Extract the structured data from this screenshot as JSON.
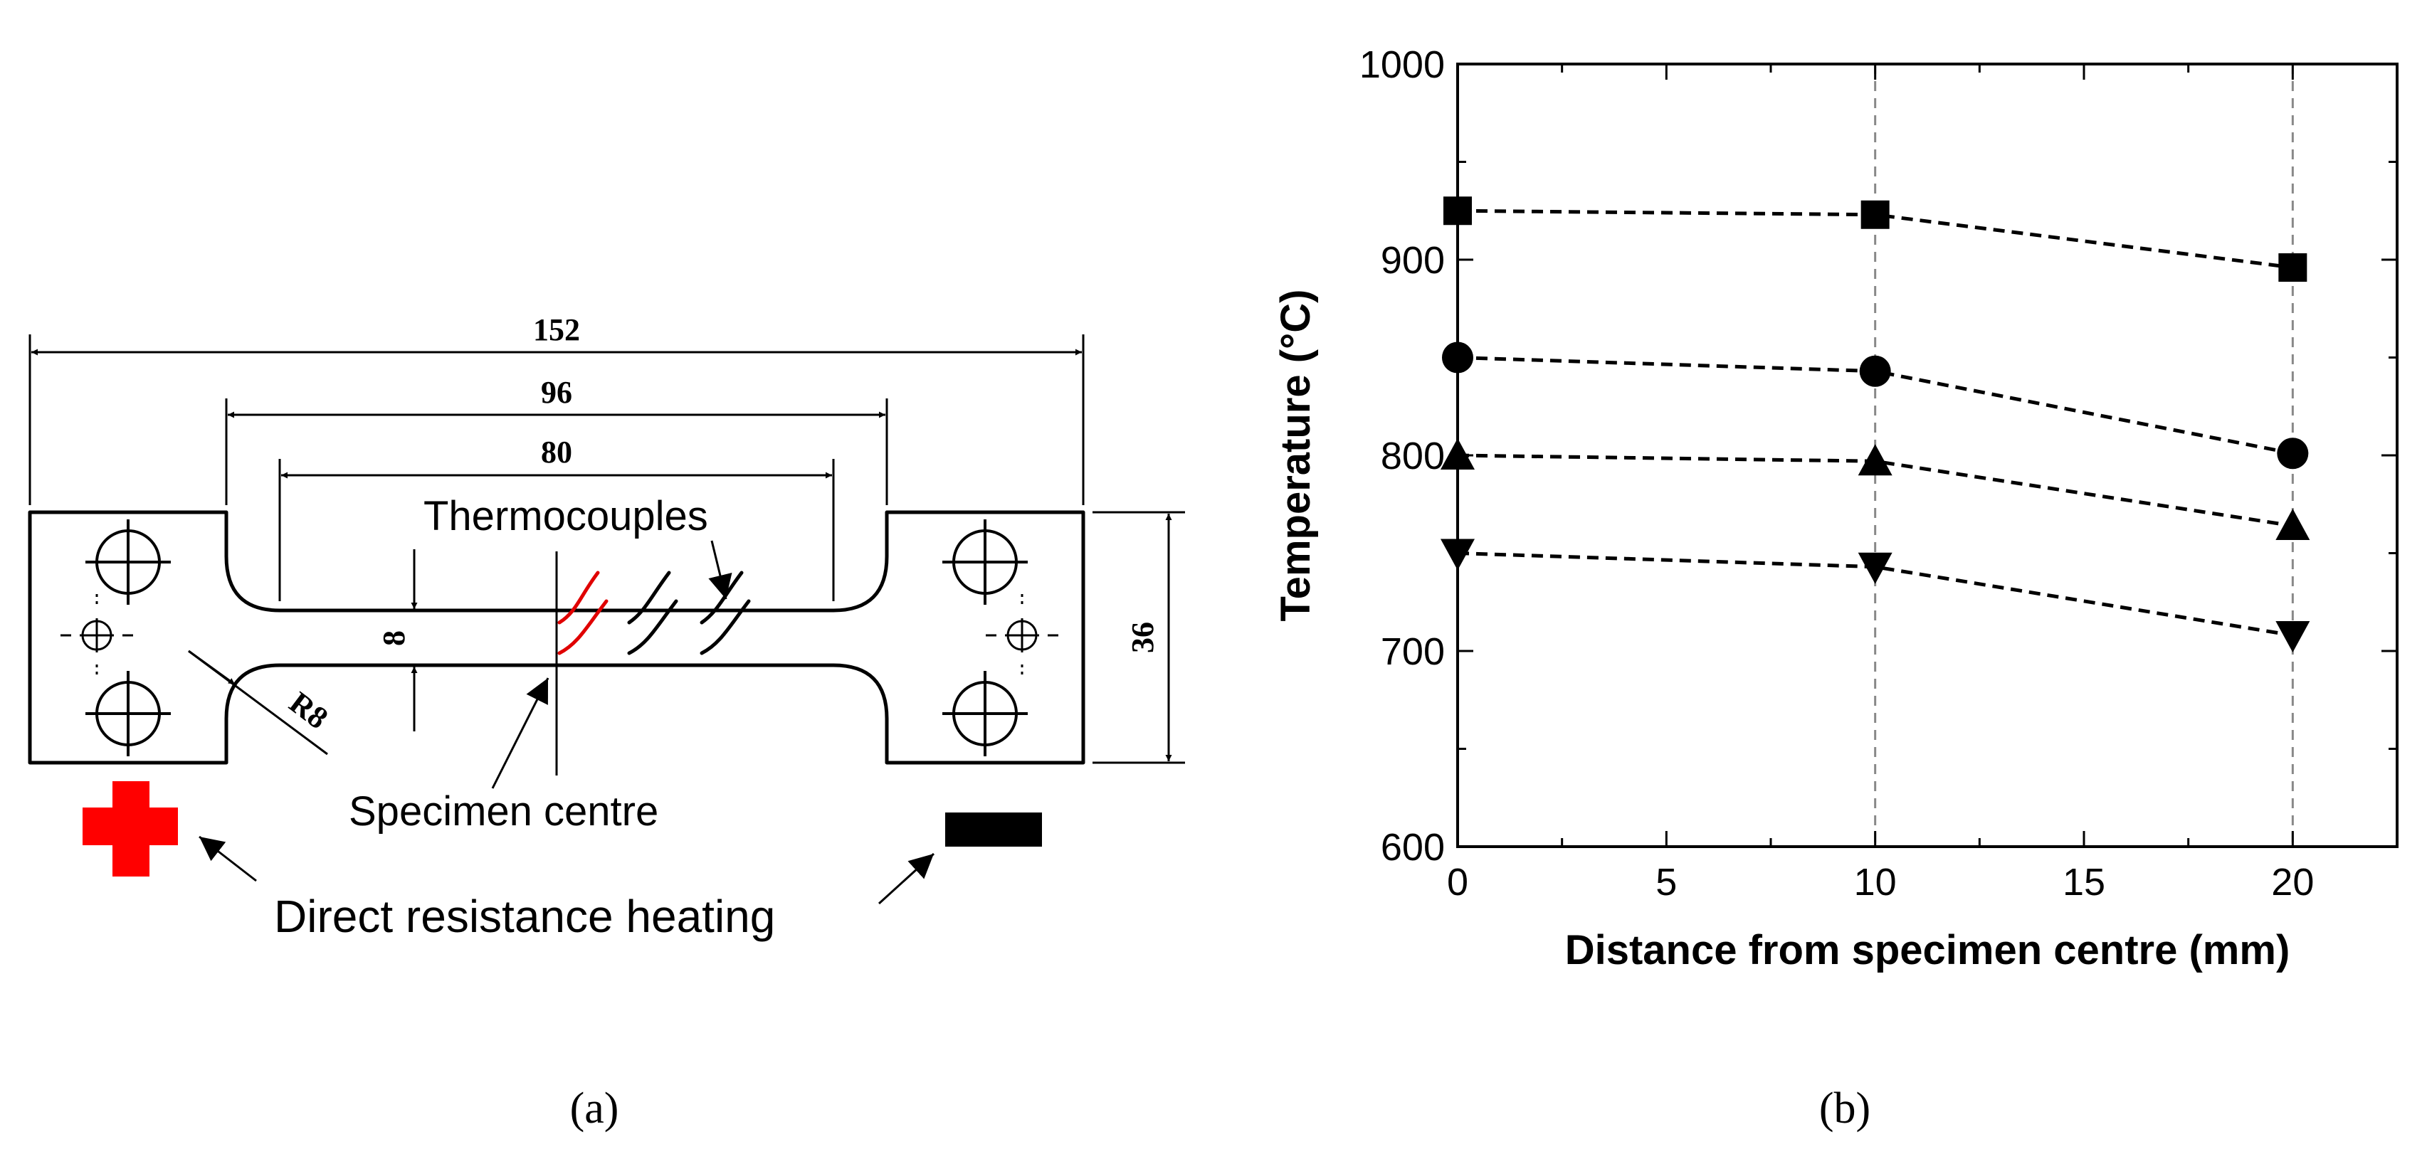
{
  "panel_a": {
    "dimensions": {
      "overall_length": "152",
      "parallel_length": "96",
      "gauge_length": "80",
      "width": "8",
      "grip_width": "36",
      "fillet_radius": "R8"
    },
    "labels": {
      "thermocouples": "Thermocouples",
      "specimen_centre": "Specimen centre",
      "heating": "Direct resistance heating"
    },
    "caption": "(a)",
    "colors": {
      "positive_terminal": "#ff0000",
      "negative_terminal": "#000000",
      "active_thermocouple": "#e00000"
    }
  },
  "panel_b": {
    "caption": "(b)"
  },
  "chart_data": {
    "type": "scatter",
    "xlabel": "Distance from specimen centre (mm)",
    "ylabel": "Temperature (°C)",
    "xlim": [
      0,
      22.5
    ],
    "ylim": [
      600,
      1000
    ],
    "x_ticks": [
      "0",
      "5",
      "10",
      "15",
      "20"
    ],
    "y_ticks": [
      "600",
      "700",
      "800",
      "900",
      "1000"
    ],
    "grid": "vertical dashed lines at x = 10 and x = 20",
    "line_style": "black dashed connecting lines",
    "series": [
      {
        "marker": "square",
        "x": [
          0,
          10,
          20
        ],
        "values": [
          925,
          923,
          896
        ]
      },
      {
        "marker": "circle",
        "x": [
          0,
          10,
          20
        ],
        "values": [
          850,
          843,
          801
        ]
      },
      {
        "marker": "triangle-up",
        "x": [
          0,
          10,
          20
        ],
        "values": [
          800,
          797,
          764
        ]
      },
      {
        "marker": "triangle-down",
        "x": [
          0,
          10,
          20
        ],
        "values": [
          750,
          743,
          708
        ]
      }
    ]
  }
}
